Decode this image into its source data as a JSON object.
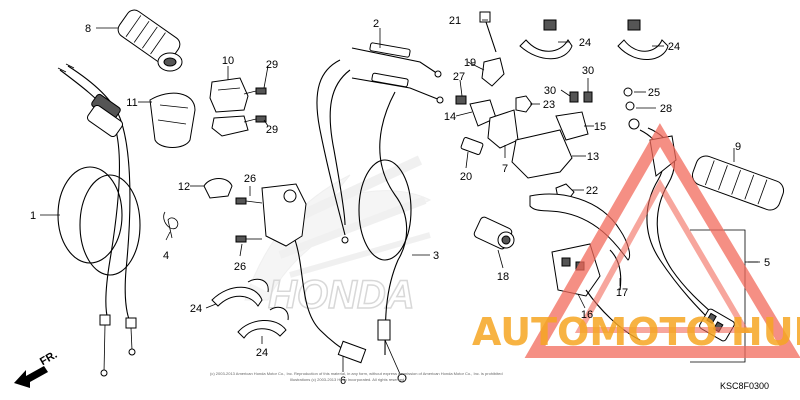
{
  "callouts": [
    "1",
    "2",
    "3",
    "4",
    "5",
    "6",
    "7",
    "8",
    "9",
    "10",
    "11",
    "12",
    "13",
    "14",
    "15",
    "16",
    "17",
    "18",
    "19",
    "20",
    "21",
    "22",
    "23",
    "24",
    "25",
    "26",
    "27",
    "28",
    "29",
    "30"
  ],
  "diagram_code": "KSC8F0300",
  "direction_label": "FR.",
  "watermark": {
    "text": "AUTOMOTO HUB",
    "accent_color": "#f26a5b",
    "text_color": "#f6a623"
  },
  "background_logo": "HONDA",
  "copyright_line1": "(c) 2003-2013 American Honda Motor Co., Inc. Reproduction of this material, in any form, without express permission of American Honda Motor Co., Inc. is prohibited",
  "copyright_line2": "Illustrations (c) 2003-2013 Helm Incorporated. All rights reserved."
}
